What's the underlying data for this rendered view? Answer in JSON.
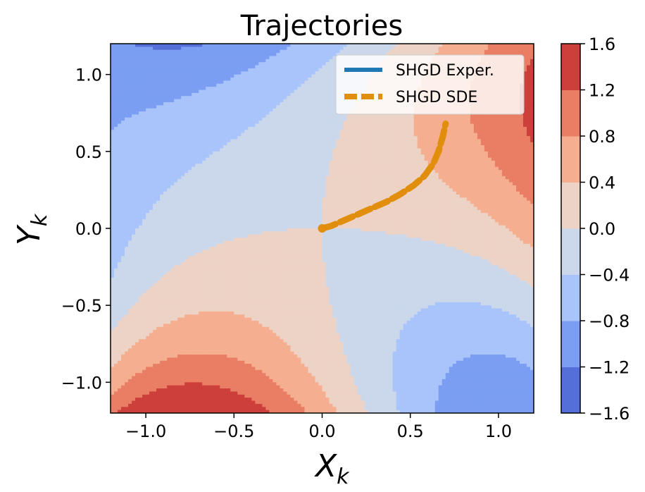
{
  "chart_data": {
    "type": "contour",
    "title": "Trajectories",
    "xlabel": "X",
    "xlabel_sub": "k",
    "ylabel": "Y",
    "ylabel_sub": "k",
    "xlim": [
      -1.2,
      1.2
    ],
    "ylim": [
      -1.2,
      1.2
    ],
    "xticks": [
      -1.0,
      -0.5,
      0.0,
      0.5,
      1.0
    ],
    "xtick_labels": [
      "−1.0",
      "−0.5",
      "0.0",
      "0.5",
      "1.0"
    ],
    "yticks": [
      -1.0,
      -0.5,
      0.0,
      0.5,
      1.0
    ],
    "ytick_labels": [
      "−1.0",
      "−0.5",
      "0.0",
      "0.5",
      "1.0"
    ],
    "colorbar": {
      "levels": [
        -1.6,
        -1.2,
        -0.8,
        -0.4,
        0.0,
        0.4,
        0.8,
        1.2,
        1.6
      ],
      "tick_labels": [
        "−1.6",
        "−1.2",
        "−0.8",
        "−0.4",
        "0.0",
        "0.4",
        "0.8",
        "1.2",
        "1.6"
      ],
      "colors": [
        "#5470d8",
        "#7b9ef3",
        "#a8c4fb",
        "#cbd8ec",
        "#edd3c5",
        "#f5ae8f",
        "#e97e64",
        "#cc3f3a"
      ],
      "colormap": "coolwarm"
    },
    "grid": false,
    "legend_position": "upper-right",
    "series": [
      {
        "name": "SHGD Exper.",
        "style": "solid",
        "color": "#1f77b4",
        "x": [
          0.0,
          0.05,
          0.12,
          0.2,
          0.28,
          0.36,
          0.44,
          0.52,
          0.58,
          0.63,
          0.66,
          0.685,
          0.7
        ],
        "y": [
          0.0,
          0.015,
          0.05,
          0.09,
          0.13,
          0.17,
          0.22,
          0.28,
          0.34,
          0.42,
          0.5,
          0.6,
          0.68
        ]
      },
      {
        "name": "SHGD SDE",
        "style": "dashed",
        "color": "#e08e0b",
        "x": [
          0.0,
          0.05,
          0.12,
          0.2,
          0.28,
          0.36,
          0.44,
          0.52,
          0.58,
          0.63,
          0.66,
          0.685,
          0.7
        ],
        "y": [
          0.0,
          0.015,
          0.05,
          0.09,
          0.13,
          0.17,
          0.22,
          0.28,
          0.34,
          0.42,
          0.5,
          0.6,
          0.68
        ]
      }
    ],
    "start_marker": {
      "x": 0.0,
      "y": 0.0
    }
  }
}
